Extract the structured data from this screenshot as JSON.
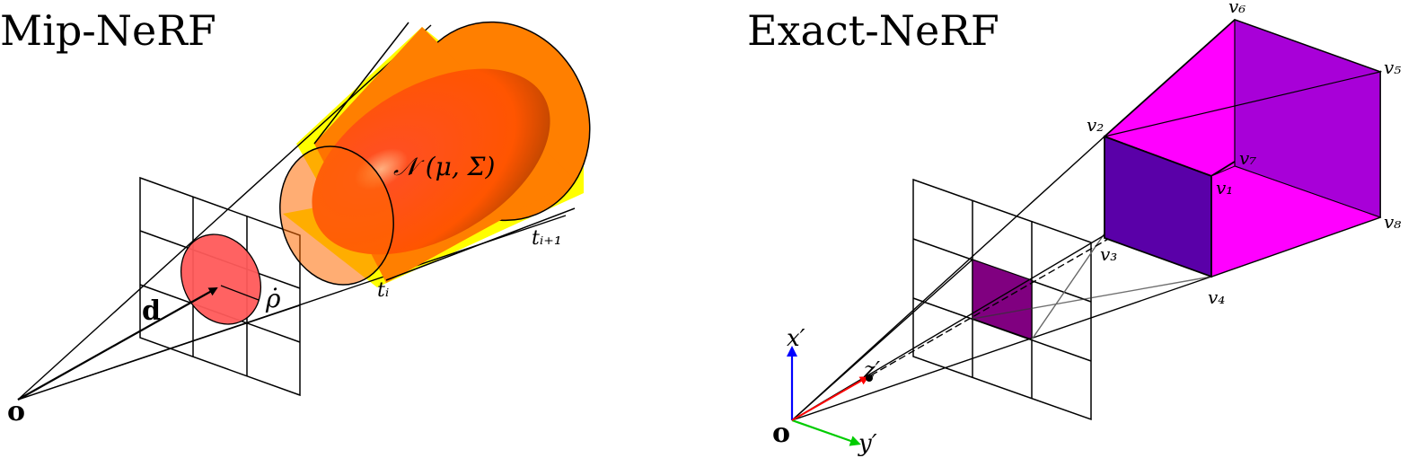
{
  "left": {
    "title": "Mip-NeRF",
    "origin_label": "o",
    "direction_label": "d",
    "radius_label": "ρ̇",
    "gaussian_label": "𝒩 (μ, Σ)",
    "t_i_label": "tᵢ",
    "t_i1_label": "tᵢ₊₁",
    "colors": {
      "cone_fill": "#ffff00",
      "frustum_fill": "#ff7f00",
      "gaussian": "#ff4500",
      "pixel_ellipse": "#ff5a5a"
    }
  },
  "right": {
    "title": "Exact-NeRF",
    "origin_label": "o",
    "axis_x_label": "x′",
    "axis_y_label": "y′",
    "axis_z_label": "z′",
    "vertices": {
      "v1": "v₁",
      "v2": "v₂",
      "v3": "v₃",
      "v4": "v₄",
      "v5": "v₅",
      "v6": "v₆",
      "v7": "v₇",
      "v8": "v₈"
    },
    "colors": {
      "front_face": "#5a00a8",
      "top_face": "#ff00ff",
      "right_face": "#a800d8",
      "pixel": "#800080",
      "axis_x": "#0000ff",
      "axis_y": "#00cc00",
      "axis_z": "#ff0000"
    }
  }
}
